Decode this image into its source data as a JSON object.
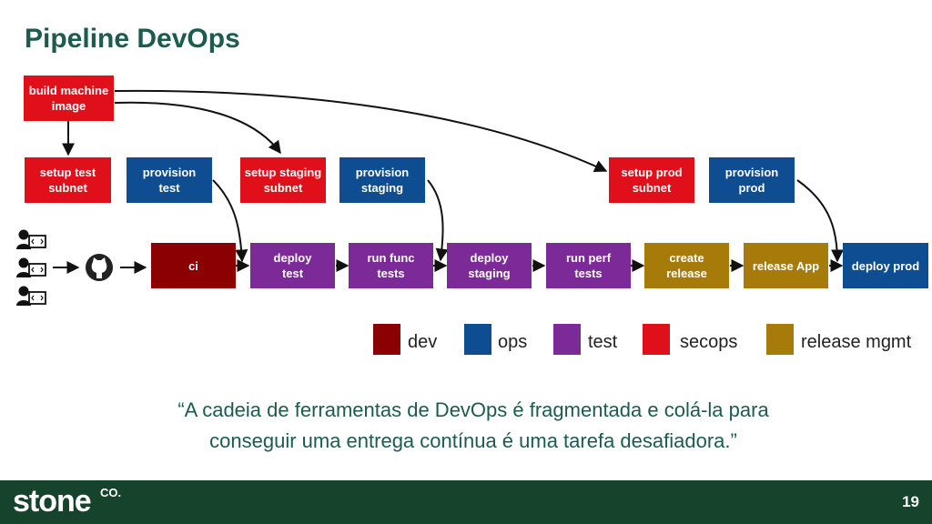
{
  "title": "Pipeline DevOps",
  "colors": {
    "dev": "#8b0000",
    "ops": "#0e4d92",
    "test": "#7b2a98",
    "secops": "#e0101a",
    "release_mgmt": "#a67b0a",
    "title": "#1b5c4e",
    "footer": "#15432b"
  },
  "boxes": {
    "build_machine_image": {
      "lines": [
        "build machine",
        "image"
      ],
      "category": "secops"
    },
    "setup_test_subnet": {
      "lines": [
        "setup test",
        "subnet"
      ],
      "category": "secops"
    },
    "provision_test": {
      "lines": [
        "provision",
        "test"
      ],
      "category": "ops"
    },
    "setup_staging_subnet": {
      "lines": [
        "setup staging",
        "subnet"
      ],
      "category": "secops"
    },
    "provision_staging": {
      "lines": [
        "provision",
        "staging"
      ],
      "category": "ops"
    },
    "setup_prod_subnet": {
      "lines": [
        "setup prod",
        "subnet"
      ],
      "category": "secops"
    },
    "provision_prod": {
      "lines": [
        "provision",
        "prod"
      ],
      "category": "ops"
    },
    "ci": {
      "lines": [
        "ci"
      ],
      "category": "dev"
    },
    "deploy_test": {
      "lines": [
        "deploy",
        "test"
      ],
      "category": "test"
    },
    "run_func_tests": {
      "lines": [
        "run func",
        "tests"
      ],
      "category": "test"
    },
    "deploy_staging": {
      "lines": [
        "deploy",
        "staging"
      ],
      "category": "test"
    },
    "run_perf_tests": {
      "lines": [
        "run perf",
        "tests"
      ],
      "category": "test"
    },
    "create_release": {
      "lines": [
        "create",
        "release"
      ],
      "category": "release_mgmt"
    },
    "release_app": {
      "lines": [
        "release App"
      ],
      "category": "release_mgmt"
    },
    "deploy_prod": {
      "lines": [
        "deploy prod"
      ],
      "category": "ops"
    }
  },
  "legend": [
    {
      "label": "dev",
      "category": "dev"
    },
    {
      "label": "ops",
      "category": "ops"
    },
    {
      "label": "test",
      "category": "test"
    },
    {
      "label": "secops",
      "category": "secops"
    },
    {
      "label": "release mgmt",
      "category": "release_mgmt"
    }
  ],
  "icons": {
    "developers": [
      "developer-icon",
      "developer-icon",
      "developer-icon"
    ],
    "repository": "github-icon"
  },
  "quote": {
    "line1": "“A cadeia de ferramentas de DevOps é fragmentada e colá-la para",
    "line2": "conseguir uma entrega contínua é uma tarefa desafiadora.”"
  },
  "footer": {
    "logo": "stone",
    "logo_suffix": "CO.",
    "page_number": "19"
  }
}
